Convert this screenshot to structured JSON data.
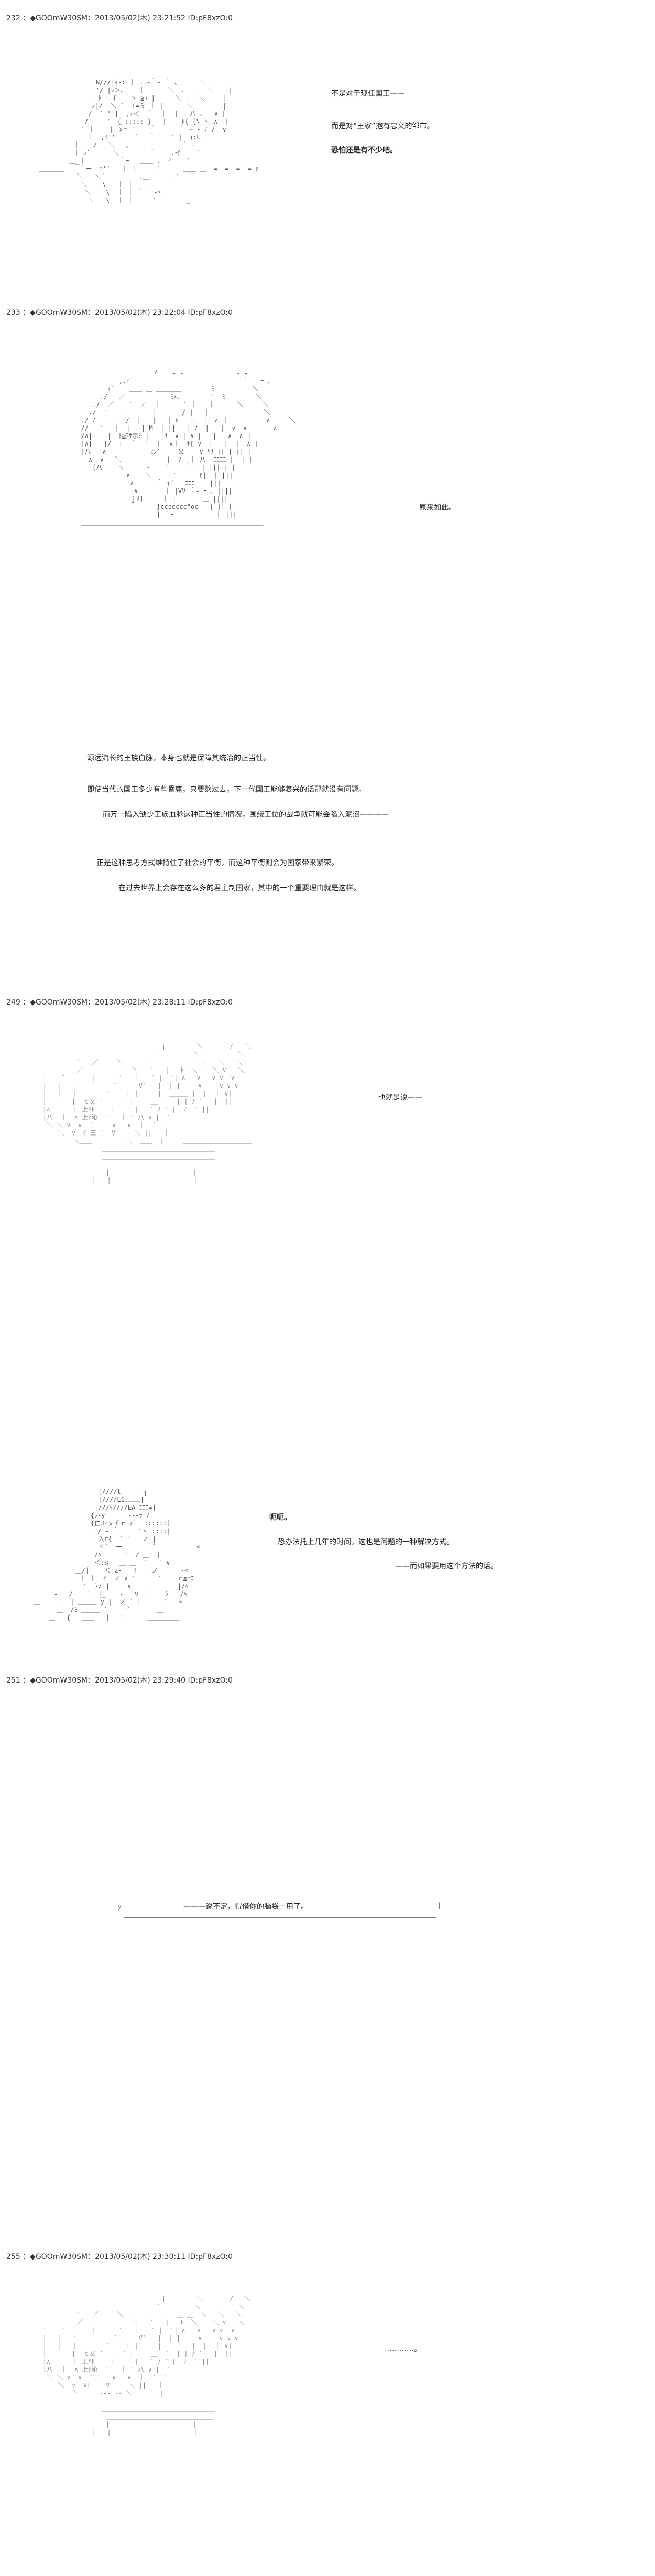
{
  "posts": [
    {
      "header": "232 ：◆GOOmW30SM：2013/05/02(木) 23:21:52 ID:pF8xzO:0",
      "lines": [
        "不是对于现任国王——",
        "而是对“王家”抱有忠义的邹市。",
        "恐怕还是有不少吧。"
      ]
    },
    {
      "header": "233 ：◆GOOmW30SM：2013/05/02(木) 23:22:04 ID:pF8xzO:0",
      "lines": [
        "原来如此。"
      ],
      "narration": [
        "源远流长的王族血脉，本身也就是保障其统治的正当性。",
        "即使当代的国王多少有些昏庸，只要熬过去，下一代国王能够复兴的话那就没有问题。",
        "而万一陷入缺少王族血脉这种正当性的情况，围绕王位的战争就可能会陷入泥沼————",
        "正是这种思考方式维持住了社会的平衡，而这种平衡则会为国家带来繁荣。",
        "在过去世界上会存在这么多的君主制国家，其中的一个重要理由就是这样。"
      ]
    },
    {
      "header": "249 ：◆GOOmW30SM：2013/05/02(木) 23:28:11 ID:pF8xzO:0",
      "lines": [
        "也就是说——"
      ]
    },
    {
      "header": "",
      "lines": [
        "呃呃。",
        "恐办法托上几年的时间，这也是问题的一种解决方式。",
        "——而如果要用这个方法的话。"
      ]
    },
    {
      "header": "251 ：◆GOOmW30SM：2013/05/02(木) 23:29:40 ID:pF8xzO:0",
      "lines": [
        "———说不定，得借你的脑袋一用了。"
      ]
    },
    {
      "header": "255 ：◆GOOmW30SM：2013/05/02(木) 23:30:11 ID:pF8xzO:0",
      "lines": [
        "…………。"
      ]
    }
  ]
}
